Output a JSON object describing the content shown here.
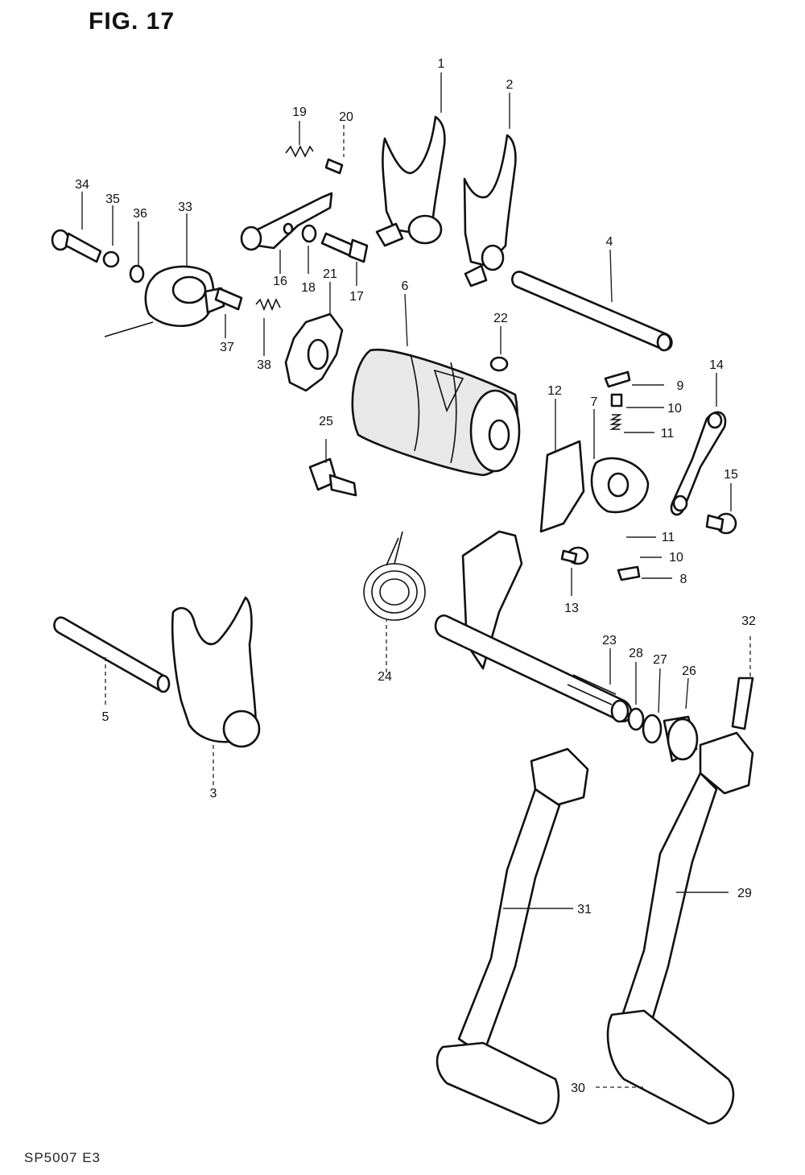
{
  "title": "FIG. 17",
  "footer": "SP5007  E3",
  "callouts": [
    "1",
    "2",
    "3",
    "4",
    "5",
    "6",
    "7",
    "8",
    "9",
    "10",
    "10",
    "11",
    "11",
    "12",
    "13",
    "14",
    "15",
    "16",
    "17",
    "18",
    "19",
    "20",
    "21",
    "22",
    "23",
    "24",
    "25",
    "26",
    "27",
    "28",
    "29",
    "30",
    "31",
    "32",
    "33",
    "34",
    "35",
    "36",
    "37",
    "38"
  ]
}
